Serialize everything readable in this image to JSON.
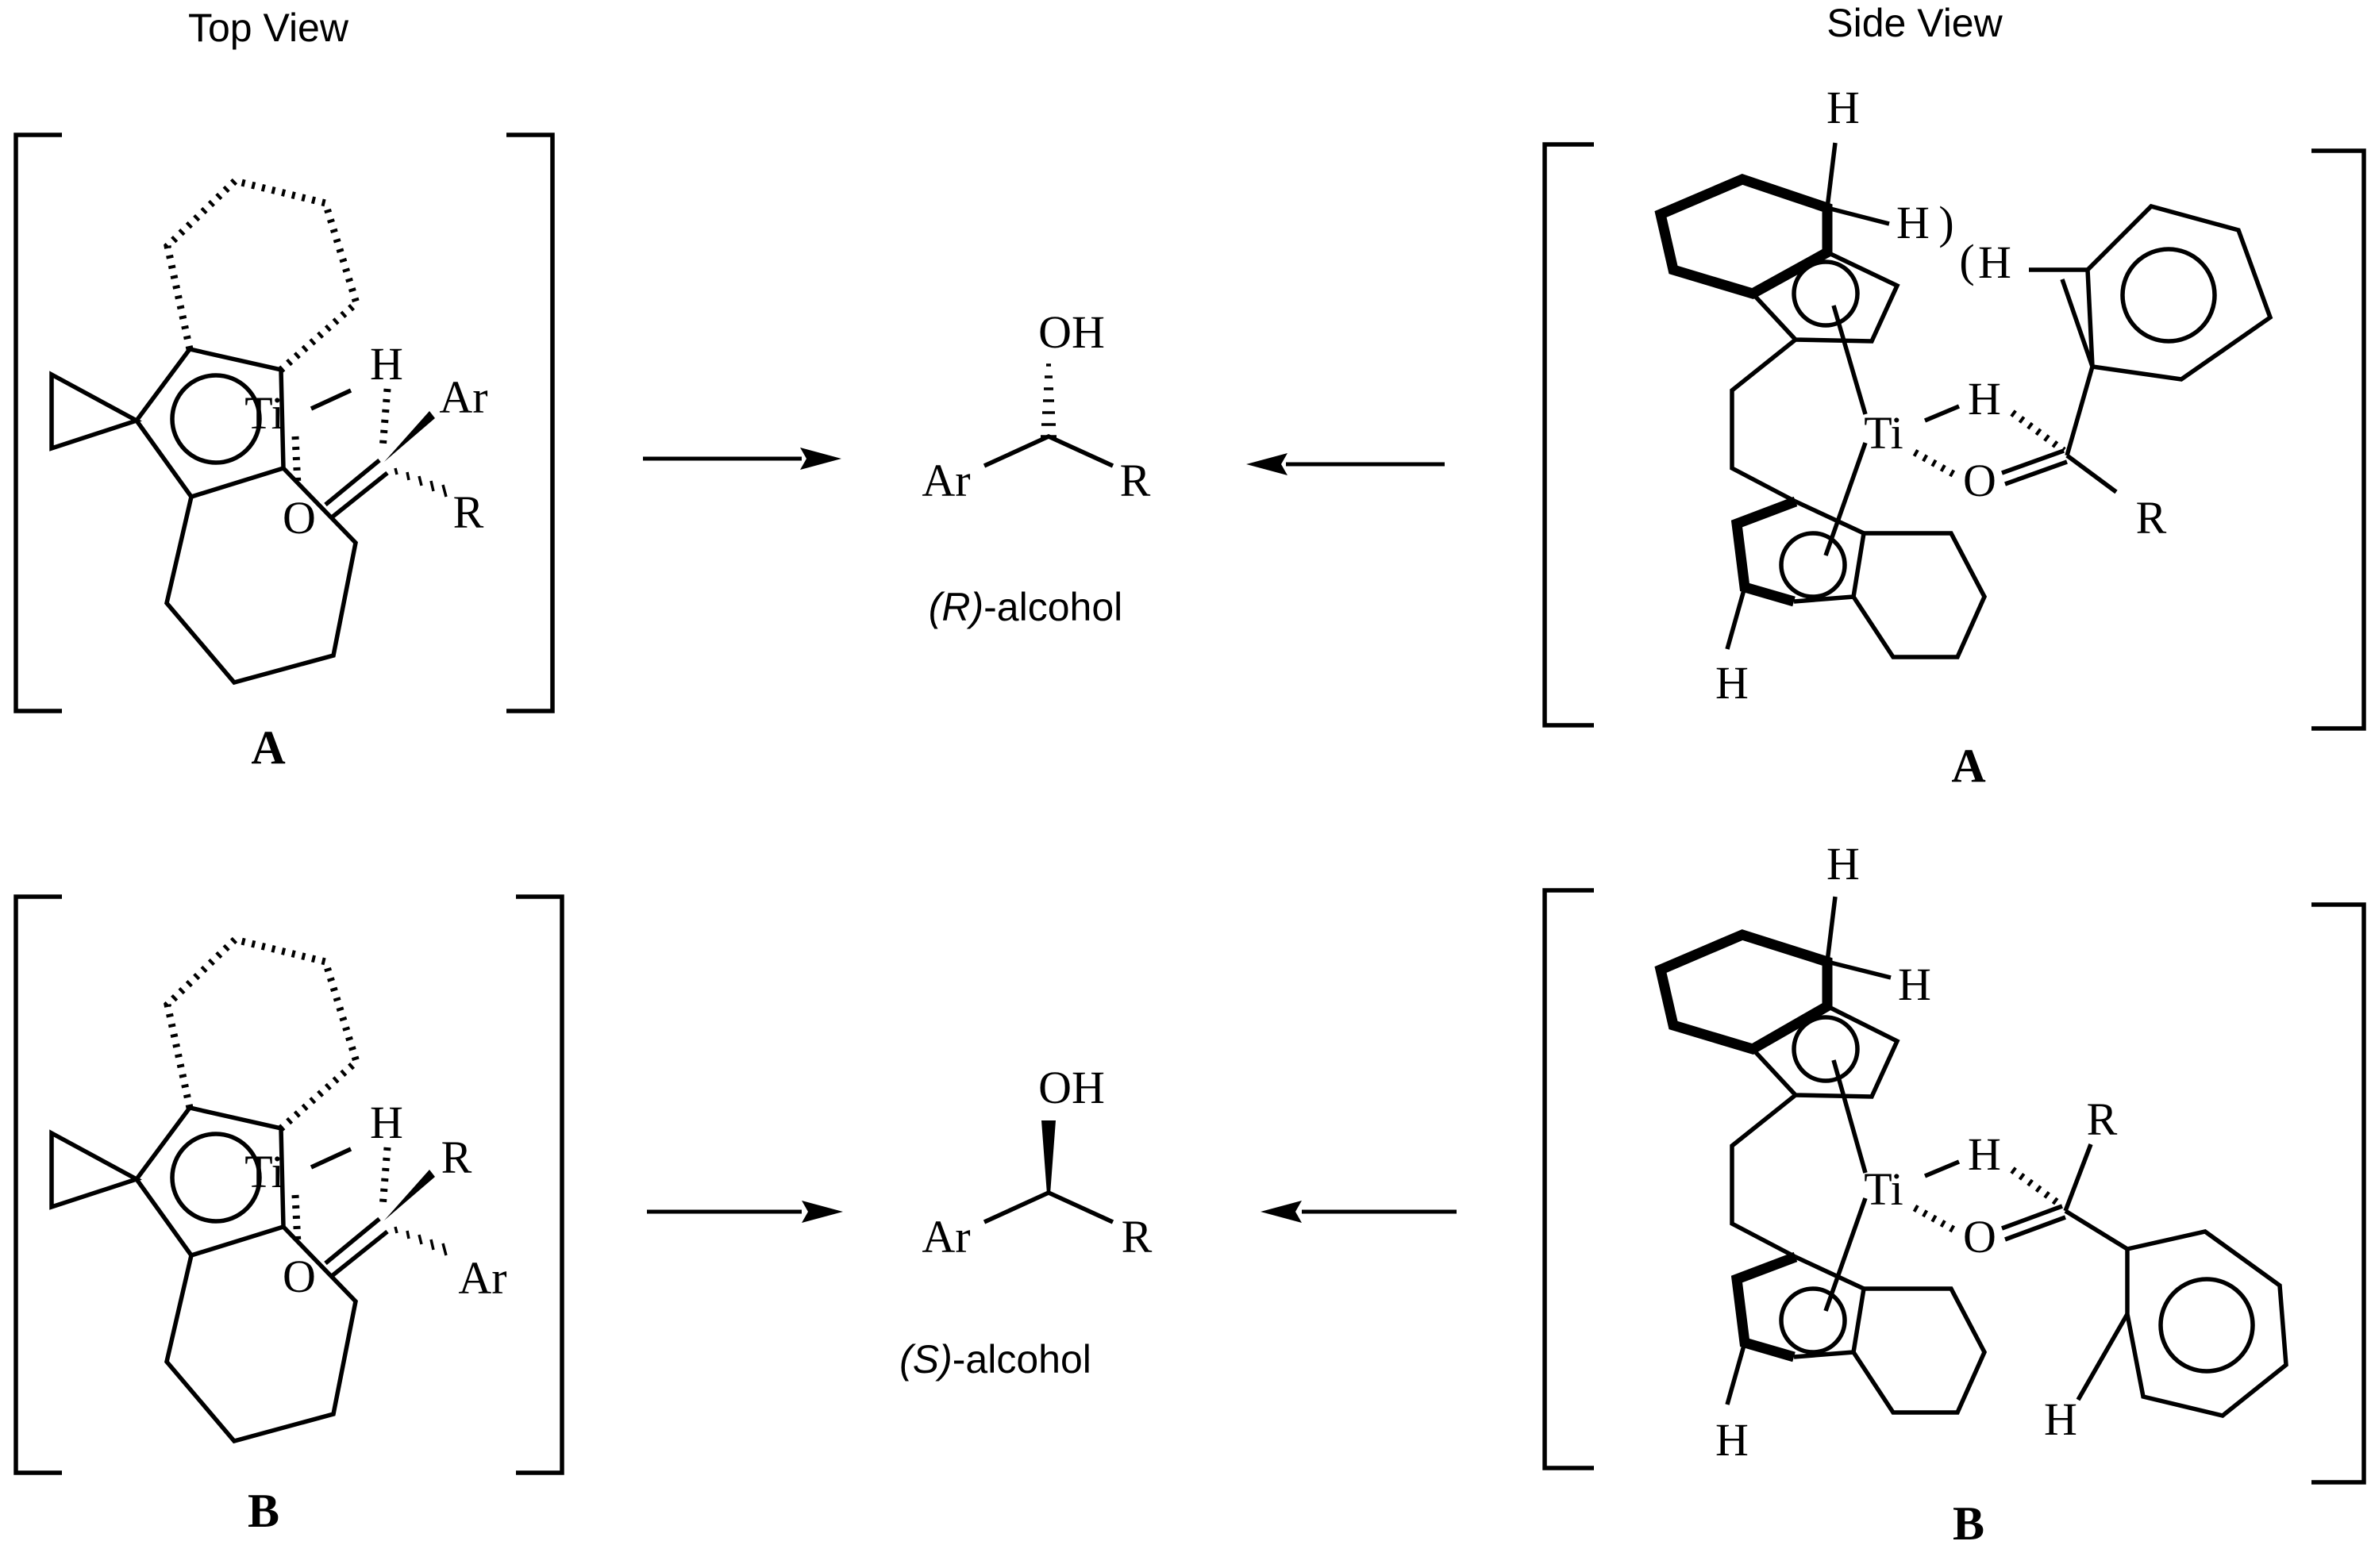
{
  "headers": {
    "top_view": "Top View",
    "side_view": "Side View"
  },
  "labels": {
    "a": "A",
    "b": "B"
  },
  "atoms": {
    "ti": "Ti",
    "h": "H",
    "o": "O",
    "ar": "Ar",
    "r": "R",
    "oh": "OH"
  },
  "products": {
    "r_alcohol": {
      "stereo": "(R)",
      "suffix": "-alcohol"
    },
    "s_alcohol": {
      "stereo": "(S)",
      "suffix": "-alcohol"
    }
  },
  "steric_clash_marks": {
    "left": ")",
    "right": "("
  }
}
